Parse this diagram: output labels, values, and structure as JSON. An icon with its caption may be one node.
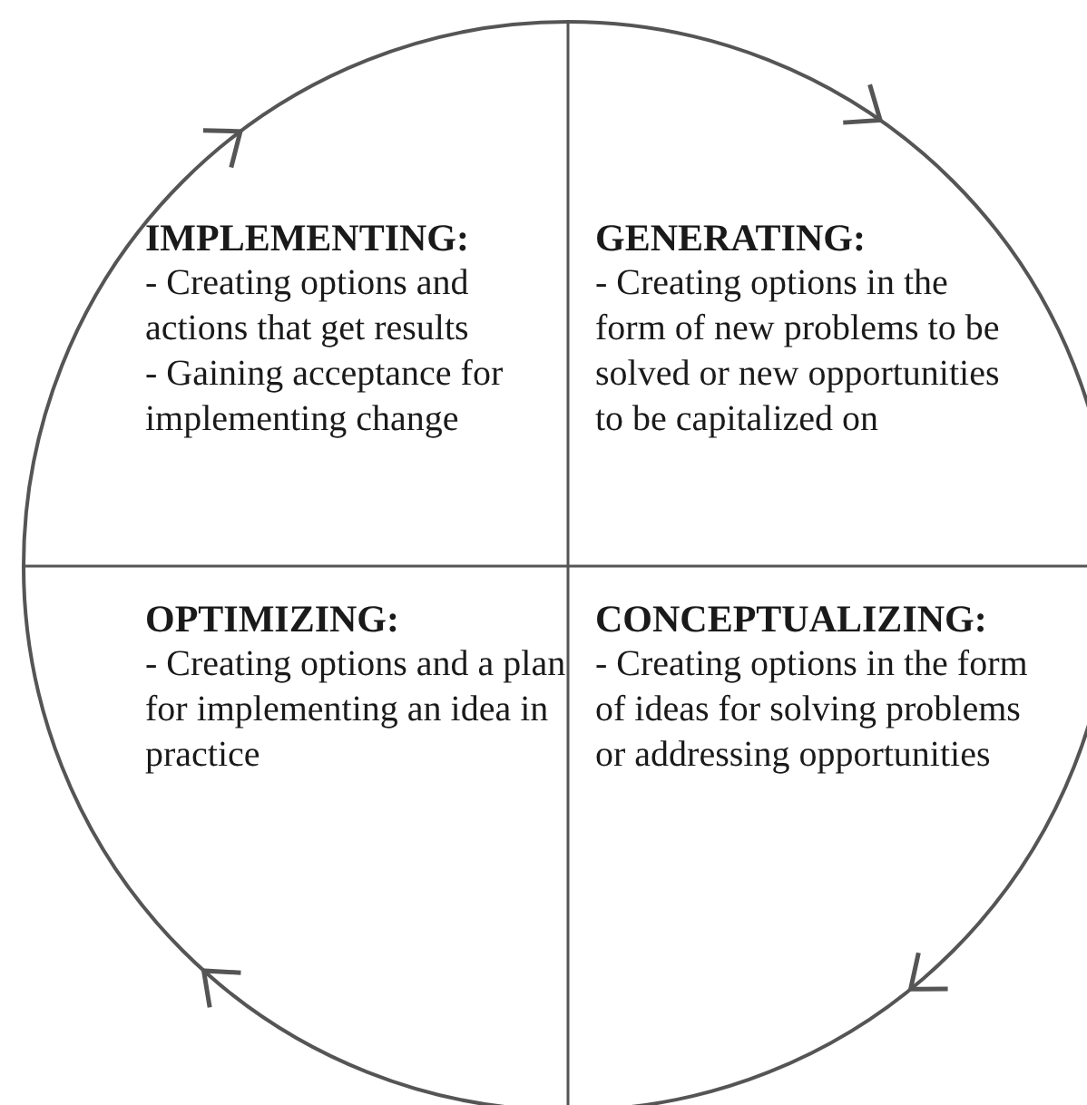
{
  "diagram": {
    "nodes": [
      {
        "text": [
          "IMPLEMENTING:",
          "- Creating options and actions that get results",
          "- Gaining acceptance for implementing change"
        ]
      },
      {
        "text": [
          "GENERATING:",
          "- Creating options in the form of new problems to be solved or new opportunities to be capitalized on"
        ]
      },
      {
        "text": [
          "OPTIMIZING:",
          "- Creating options and a plan for implementing an idea in practice"
        ]
      },
      {
        "text": [
          "CONCEPTUALIZING:",
          "- Creating options in the form of ideas for solving problems or addressing opportunities"
        ]
      }
    ]
  }
}
